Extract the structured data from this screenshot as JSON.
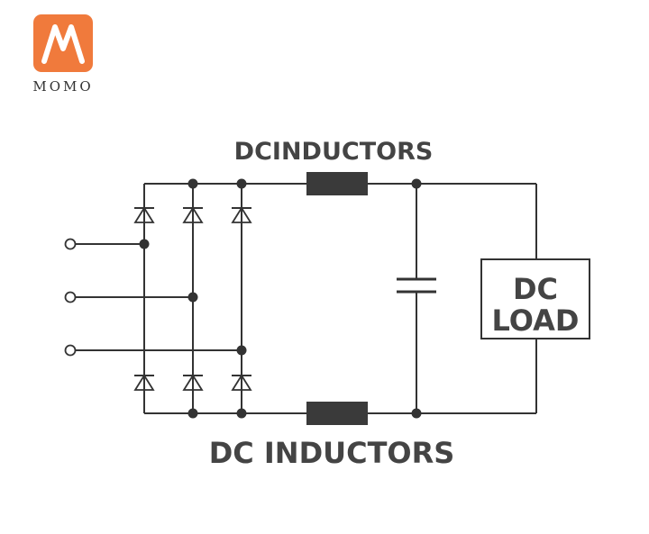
{
  "brand": {
    "name": "MOMO",
    "logo_color": "#f07a3c"
  },
  "diagram": {
    "top_label": "DCINDUCTORS",
    "bottom_label": "DC INDUCTORS",
    "load_line1": "DC",
    "load_line2": "LOAD",
    "wire_color": "#333333",
    "label_color": "#444444",
    "inductor_color": "#3a3a3a"
  }
}
